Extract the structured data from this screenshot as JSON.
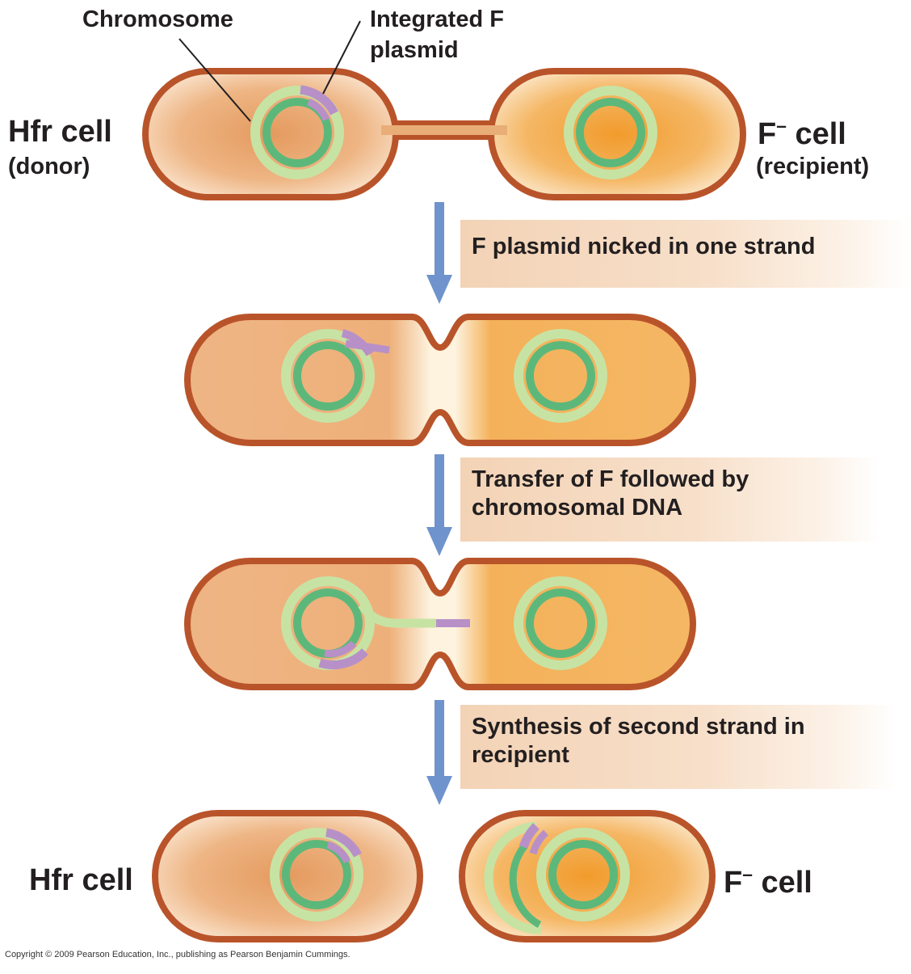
{
  "labels": {
    "chromosome": "Chromosome",
    "integrated_f_line1": "Integrated F",
    "integrated_f_line2": "plasmid",
    "hfr_cell_top": "Hfr cell",
    "donor": "(donor)",
    "f_minus_top_letter": "F",
    "f_minus_top_sup": "–",
    "f_minus_top_word": " cell",
    "recipient": "(recipient)",
    "hfr_cell_bottom": "Hfr cell",
    "f_minus_bottom_letter": "F",
    "f_minus_bottom_sup": "–",
    "f_minus_bottom_word": " cell"
  },
  "steps": [
    "F plasmid nicked in one strand",
    "Transfer of F followed by chromosomal DNA",
    "Synthesis of second strand in recipient"
  ],
  "copyright": "Copyright © 2009 Pearson Education, Inc., publishing as Pearson Benjamin Cummings.",
  "colors": {
    "membrane": "#b9542a",
    "donor_cytoplasm": "#e9a36b",
    "recipient_cytoplasm": "#f0a030",
    "chromosome_dark": "#5cb87a",
    "chromosome_light": "#c7e3a4",
    "f_plasmid": "#b890c8",
    "arrow": "#6f93cc"
  }
}
